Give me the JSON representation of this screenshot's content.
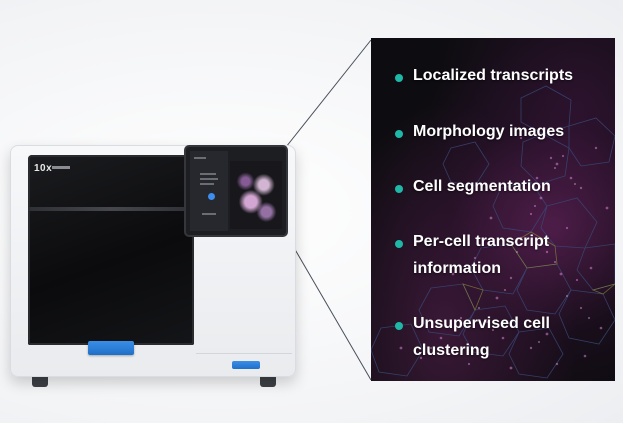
{
  "instrument": {
    "logo_text": "10x"
  },
  "panel": {
    "bullet_color": "#1fb8a8",
    "items": [
      {
        "label": "Localized transcripts"
      },
      {
        "label": "Morphology images"
      },
      {
        "label": "Cell segmentation"
      },
      {
        "label": "Per-cell transcript information"
      },
      {
        "label": "Unsupervised cell clustering"
      }
    ]
  }
}
